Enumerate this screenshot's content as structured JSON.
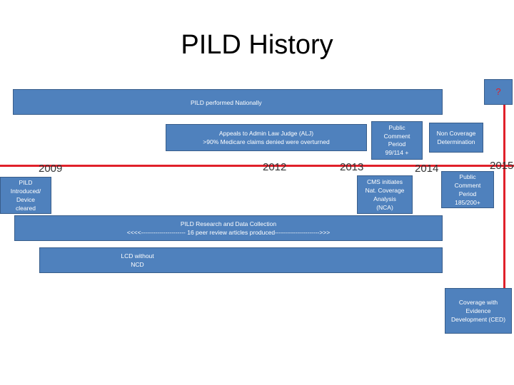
{
  "title": "PILD History",
  "boxes": {
    "national": "PILD performed Nationally",
    "question": "?",
    "alj_line1": "Appeals to Admin Law Judge (ALJ)",
    "alj_line2": ">90% Medicare claims denied were overturned",
    "public1_line1": "Public",
    "public1_line2": "Comment",
    "public1_line3": "Period",
    "public1_line4": "99/114 +",
    "ncd_line1": "Non Coverage",
    "ncd_line2": "Determination",
    "pild_intro_line1": "PILD",
    "pild_intro_line2": "Introduced/",
    "pild_intro_line3": "Device",
    "pild_intro_line4": "cleared",
    "cms_line1": "CMS initiates",
    "cms_line2": "Nat. Coverage",
    "cms_line3": "Analysis",
    "cms_line4": "(NCA)",
    "public2_line1": "Public",
    "public2_line2": "Comment",
    "public2_line3": "Period",
    "public2_line4": "185/200+",
    "research_line1": "PILD Research and Data Collection",
    "research_line2": "<<<<---------------------- 16 peer review articles produced---------------------->>>",
    "lcd_line1": "LCD without",
    "lcd_line2": "NCD",
    "ced_line1": "Coverage with",
    "ced_line2": "Evidence",
    "ced_line3": "Development (CED)"
  },
  "years": [
    "2009",
    "2012",
    "2013",
    "2014",
    "2015"
  ],
  "colors": {
    "box": "#4f81bd",
    "timeline": "#e0202a"
  }
}
